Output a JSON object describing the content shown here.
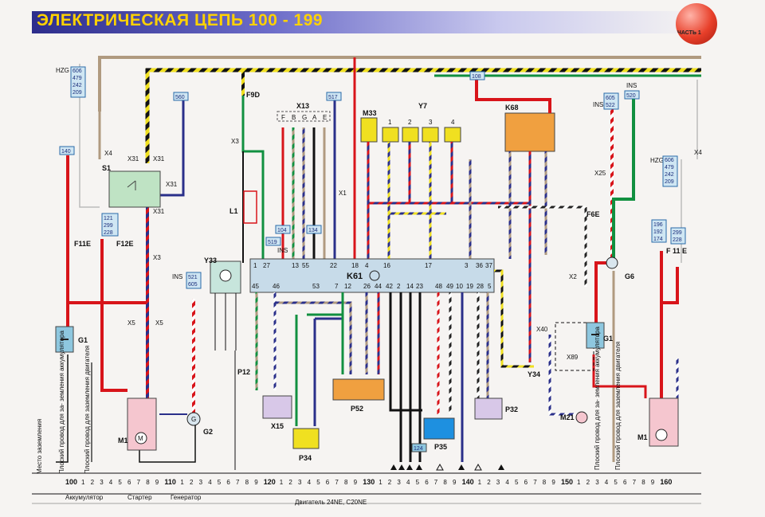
{
  "title": "ЭЛЕКТРИЧЕСКАЯ ЦЕПЬ 100 - 199",
  "part_badge": "ЧАСТЬ 1",
  "colors": {
    "red": "#d8141a",
    "blue": "#2a2f8a",
    "green": "#119040",
    "brown": "#b09a80",
    "yellow": "#f0e020",
    "black": "#111111",
    "module": "#c7dbe9",
    "fuse": "#8ec7df"
  },
  "wire_tags": {
    "hzg_left": "HZG",
    "codes_left": [
      "606",
      "479",
      "242",
      "209"
    ],
    "c140": "140",
    "c560": "560",
    "c517": "517",
    "c108": "108",
    "ins_right_top": "INS",
    "codes_605_522": [
      "605",
      "522"
    ],
    "c520": "520",
    "ins_520": "INS",
    "codes_121": [
      "121",
      "299",
      "228"
    ],
    "ins_k61": "INS",
    "codes_521": [
      "521",
      "605"
    ],
    "c104": "104",
    "c134": "134",
    "c519": "519",
    "ins_519": "INS",
    "hzg_right": "HZG",
    "codes_right": [
      "606",
      "479",
      "242",
      "209"
    ],
    "codes_196": [
      "196",
      "192",
      "174"
    ],
    "codes_299": [
      "299",
      "228"
    ],
    "c124": "124"
  },
  "components": {
    "S1": "S1",
    "L1": "L1",
    "Y33": "Y33",
    "K61": "K61",
    "K68": "K68",
    "M33": "M33",
    "Y7": "Y7",
    "G1": "G1",
    "G1b": "G1",
    "G2": "G2",
    "G6": "G6",
    "M1": "M1",
    "M1b": "M1",
    "M21": "M21",
    "P12": "P12",
    "P32": "P32",
    "P34": "P34",
    "P35": "P35",
    "P52": "P52",
    "X15": "X15",
    "Y34": "Y34",
    "F9D": "F9D",
    "F6E": "F6E",
    "F11E": "F11E",
    "F12E": "F12E",
    "F11E_right": "F 11 E",
    "X13": "X13"
  },
  "connector_labels": {
    "x4_left": "X4",
    "x31a": "X31",
    "x31b": "X31",
    "x31c": "X31",
    "x31d": "X31",
    "x3a": "X3",
    "x3b": "X3",
    "x5a": "X5",
    "x5b": "X5",
    "x1": "X1",
    "x2": "X2",
    "x25": "X25",
    "x40": "X40",
    "x89": "X89",
    "x4_right": "X4"
  },
  "k61_top_pins": [
    "1",
    "27",
    "13",
    "55",
    "22",
    "18",
    "4",
    "16",
    "17",
    "3",
    "36",
    "37"
  ],
  "k61_bottom_pins": [
    "45",
    "46",
    "53",
    "7",
    "12",
    "26",
    "44",
    "42",
    "2",
    "14",
    "23",
    "48",
    "49",
    "10",
    "19",
    "28",
    "5"
  ],
  "x13_pins": [
    "F",
    "B",
    "G",
    "A",
    "E"
  ],
  "y7_pins": [
    "1",
    "2",
    "3",
    "4"
  ],
  "vertical_notes": {
    "ground_place": "Место заземления",
    "flat_wire_battery": "Плоский провод для за- земления аккумулятора",
    "flat_wire_engine": "Плоский провод для заземления двигателя",
    "flat_wire_battery_r": "Плоский провод для за- земления аккумулятора",
    "flat_wire_engine_r": "Плоский провод для заземления двигателя"
  },
  "scale": {
    "labels": [
      "100",
      "110",
      "120",
      "130",
      "140",
      "150",
      "160"
    ],
    "minor": [
      "1",
      "2",
      "3",
      "4",
      "5",
      "6",
      "7",
      "8",
      "9"
    ]
  },
  "sections": {
    "battery": "Аккумулятор",
    "starter": "Стартер",
    "generator": "Генератор",
    "engine": "Двигатель 24NE, C20NE"
  }
}
